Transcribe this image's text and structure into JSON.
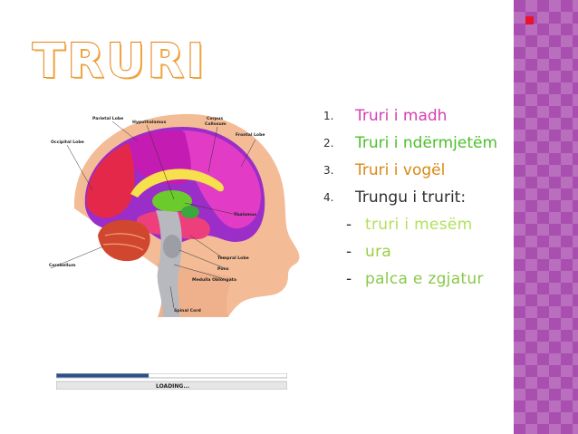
{
  "title": "TRURI",
  "list": [
    {
      "num": "1.",
      "text": "Truri i madh",
      "color": "#d63fb0"
    },
    {
      "num": "2.",
      "text": "Truri i ndërmjetëm",
      "color": "#4cbf2c"
    },
    {
      "num": "3.",
      "text": "Truri i vogël",
      "color": "#d88a16"
    },
    {
      "num": "4.",
      "text": "Trungu i trurit:",
      "color": "#2f2f2f"
    }
  ],
  "sublist": [
    {
      "dash": "-",
      "text": "truri i mesëm",
      "color": "#b4e05a"
    },
    {
      "dash": "-",
      "text": "ura",
      "color": "#9acd47"
    },
    {
      "dash": "-",
      "text": "palca e zgjatur",
      "color": "#88c94a"
    }
  ],
  "diagram": {
    "labels": {
      "parietal": "Parietal Lobe",
      "hypothalamus": "Hypothalamus",
      "corpus": "Corpus",
      "callosum": "Callosum",
      "frontal": "Frontal Lobe",
      "occipital": "Occipital Lobe",
      "thalamus": "Thalamus",
      "cerebellum": "Cerebellum",
      "temporal": "Tempral Lobe",
      "pons": "Pons",
      "medulla": "Medulla Oblongata",
      "spinal": "Spinal Cord"
    }
  },
  "loading": {
    "label": "LOADING...",
    "progress": 0.4
  }
}
